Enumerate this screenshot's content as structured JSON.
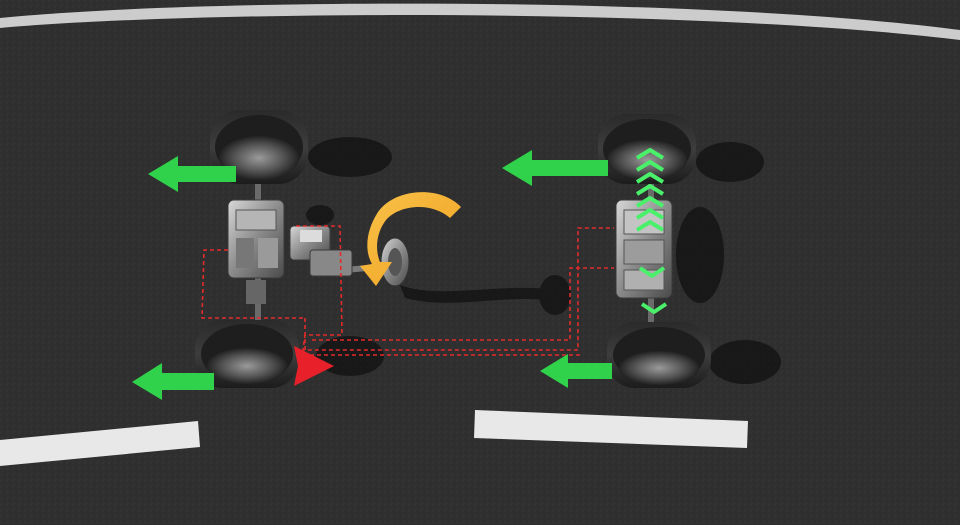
{
  "scene": {
    "road_color": "#2f2f2f",
    "lane_marking_color": "#e8e8e8",
    "green_arrow_color": "#2fd24a",
    "red_arrow_color": "#e8202a",
    "yaw_arrow_color": "#f7b733",
    "signal_line_color": "#e32b2b",
    "icons": [
      "tire",
      "engine",
      "transmission",
      "driveshaft",
      "rear-drive-unit",
      "green-arrow",
      "red-arrow",
      "yaw-arrow",
      "torque-chevrons"
    ]
  }
}
